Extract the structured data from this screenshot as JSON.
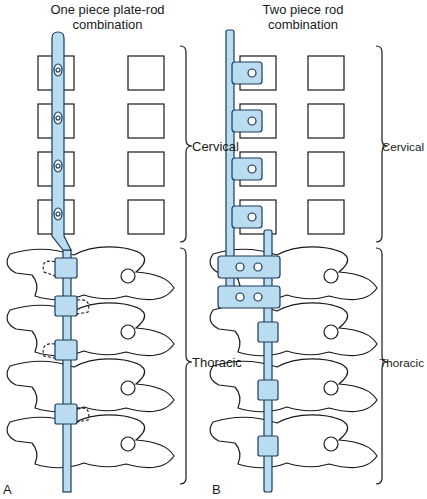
{
  "diagram": {
    "labels": [
      "One piece plate-rod combination",
      "Two piece rod combination",
      "Cervical",
      "Thoracic",
      "Cervical",
      "Thoracic",
      "A",
      "B"
    ]
  }
}
